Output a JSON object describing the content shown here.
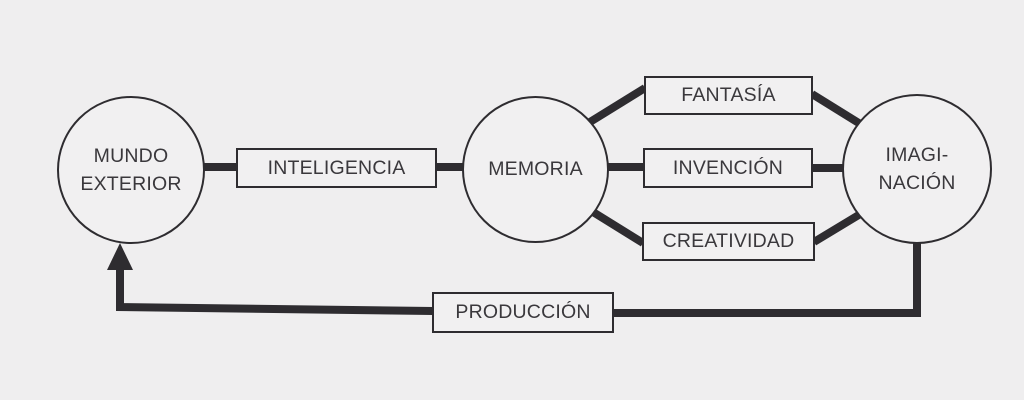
{
  "diagram": {
    "type": "flow",
    "colors": {
      "background": "#efeeef",
      "stroke": "#2e2c30",
      "text": "#3a383c"
    },
    "nodes": {
      "mundo_exterior": {
        "shape": "circle",
        "line1": "MUNDO",
        "line2": "EXTERIOR"
      },
      "inteligencia": {
        "shape": "box",
        "label": "INTELIGENCIA"
      },
      "memoria": {
        "shape": "circle",
        "label": "MEMORIA"
      },
      "fantasia": {
        "shape": "box",
        "label": "FANTASÍA"
      },
      "invencion": {
        "shape": "box",
        "label": "INVENCIÓN"
      },
      "creatividad": {
        "shape": "box",
        "label": "CREATIVIDAD"
      },
      "imaginacion": {
        "shape": "circle",
        "line1": "IMAGI-",
        "line2": "NACIÓN"
      },
      "produccion": {
        "shape": "box",
        "label": "PRODUCCIÓN"
      }
    },
    "edges": [
      {
        "from": "MUNDO EXTERIOR",
        "via": "INTELIGENCIA",
        "to": "MEMORIA"
      },
      {
        "from": "MEMORIA",
        "via": "FANTASÍA",
        "to": "IMAGINACIÓN"
      },
      {
        "from": "MEMORIA",
        "via": "INVENCIÓN",
        "to": "IMAGINACIÓN"
      },
      {
        "from": "MEMORIA",
        "via": "CREATIVIDAD",
        "to": "IMAGINACIÓN"
      },
      {
        "from": "IMAGINACIÓN",
        "via": "PRODUCCIÓN",
        "to": "MUNDO EXTERIOR",
        "arrow": "end"
      }
    ]
  }
}
